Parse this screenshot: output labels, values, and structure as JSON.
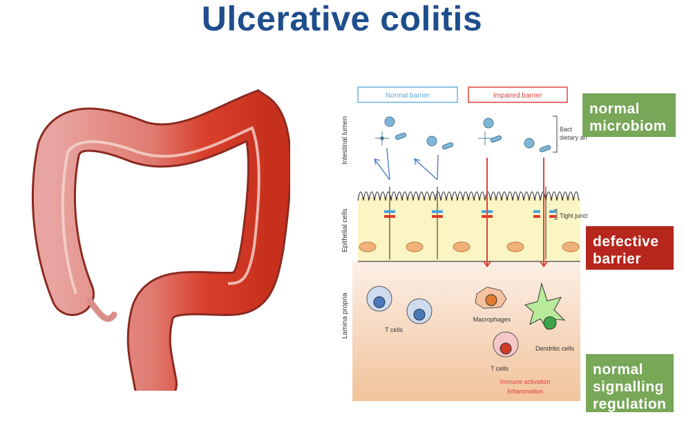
{
  "title": "Ulcerative colitis",
  "diagram": {
    "normal_barrier": "Normal barrier",
    "impaired_barrier": "Impaired barrier",
    "intestinal_lumen": "Intestinal lumen",
    "epithelial_cells": "Epithelial cells",
    "lamina_propria": "Lamina propria",
    "bacteria_label_1": "Bact",
    "bacteria_label_2": "dietary antigens",
    "tight_junction": "Tight junction",
    "t_cells_left": "T cells",
    "macrophages": "Macrophages",
    "dendritic_cells": "Dendritic cells",
    "t_cells_bottom": "T cells",
    "immune_activation": "Immune activation",
    "inflammation": "Inflammation"
  },
  "labels": {
    "normal_microbiom": [
      "normal",
      "microbiom"
    ],
    "defective_barrier": [
      "defective",
      "barrier"
    ],
    "normal_signalling": [
      "normal",
      "signalling",
      "regulation"
    ]
  },
  "colors": {
    "title": "#1f4e8c",
    "green": "#77a757",
    "red": "#b6261d"
  }
}
